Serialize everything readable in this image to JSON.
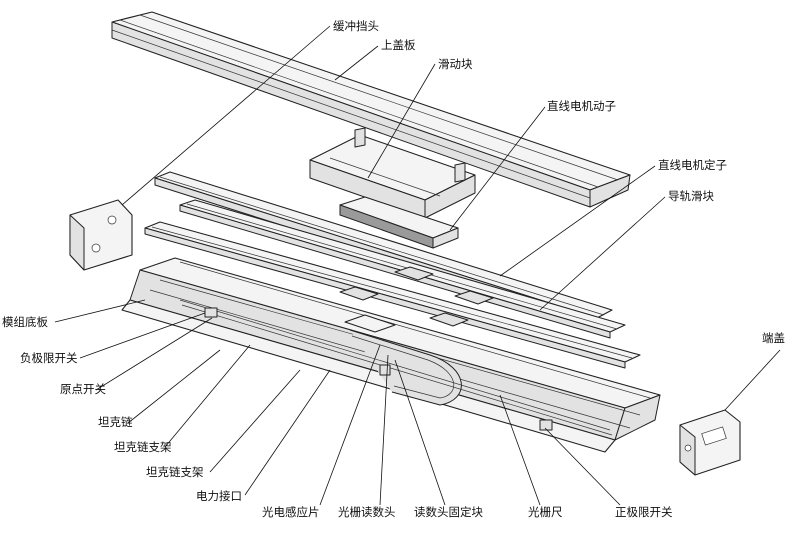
{
  "labels": {
    "buffer_stop": "缓冲挡头",
    "top_cover": "上盖板",
    "slider": "滑动块",
    "motor_mover": "直线电机动子",
    "motor_stator": "直线电机定子",
    "guide_block": "导轨滑块",
    "end_cap": "端盖",
    "base_plate": "模组底板",
    "neg_limit": "负极限开关",
    "home_switch": "原点开关",
    "tank_chain": "坦克链",
    "tank_bracket_1": "坦克链支架",
    "tank_bracket_2": "坦克链支架",
    "power_port": "电力接口",
    "photo_sensor": "光电感应片",
    "grating_reader": "光栅读数头",
    "reader_mount": "读数头固定块",
    "grating_scale": "光栅尺",
    "pos_limit": "正极限开关"
  }
}
